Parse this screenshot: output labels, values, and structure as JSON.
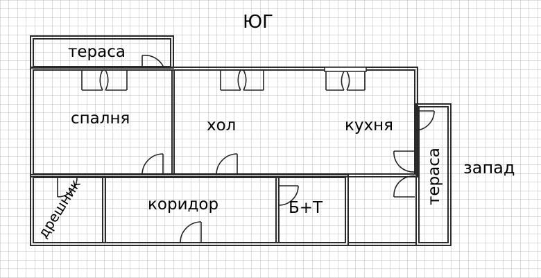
{
  "compass": {
    "south": "ЮГ",
    "west": "запад"
  },
  "rooms": {
    "terrace_top": "тераса",
    "bedroom": "спалня",
    "hall": "хол",
    "kitchen": "кухня",
    "terrace_right": "тераса",
    "closet": "дрешник",
    "corridor": "коридор",
    "bathroom": "Б+Т"
  },
  "colors": {
    "grid": "#b8b8b8",
    "wall": "#2a2a2a",
    "background": "#ffffff"
  }
}
